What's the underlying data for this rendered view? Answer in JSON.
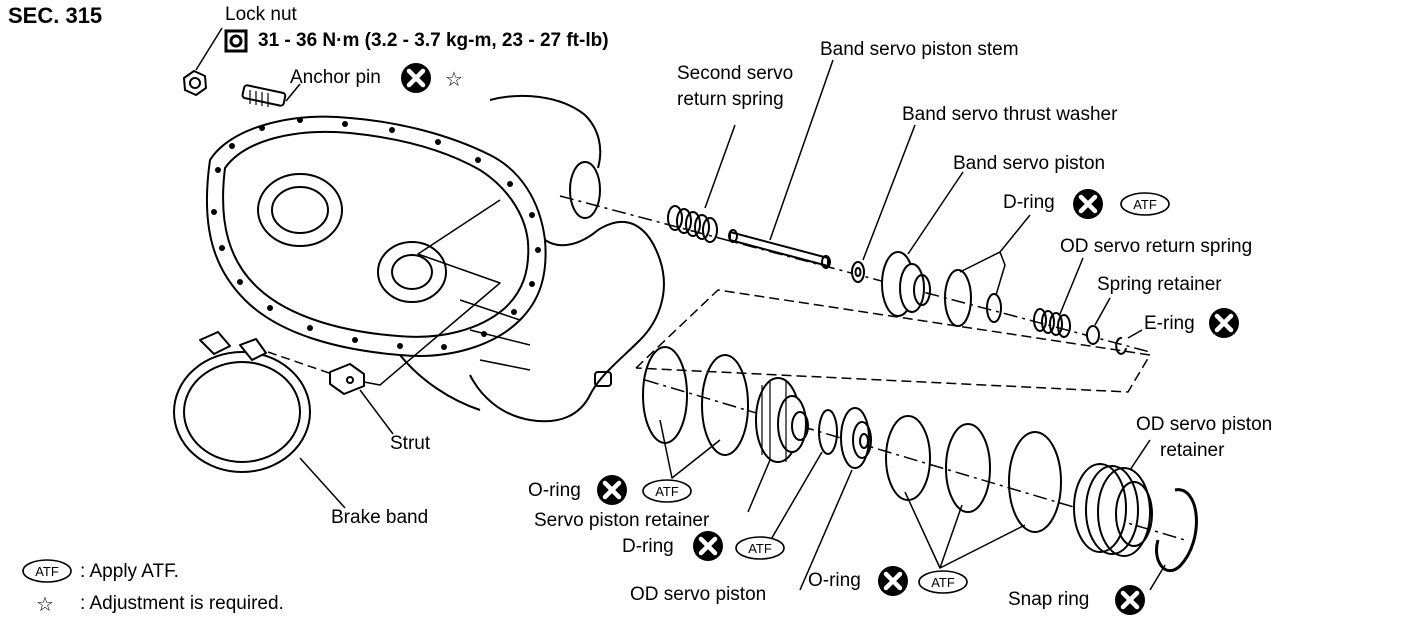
{
  "section": "SEC. 315",
  "labels": {
    "lock_nut": "Lock nut",
    "torque": "31 - 36 N·m (3.2 - 3.7 kg-m, 23 - 27 ft-lb)",
    "anchor_pin": "Anchor pin",
    "second_servo_1": "Second servo",
    "second_servo_2": "return spring",
    "band_servo_piston_stem": "Band servo piston stem",
    "band_servo_thrust_washer": "Band servo thrust washer",
    "band_servo_piston": "Band servo piston",
    "d_ring_top": "D-ring",
    "od_servo_return_spring": "OD servo return spring",
    "spring_retainer": "Spring retainer",
    "e_ring": "E-ring",
    "od_servo_piston_retainer_1": "OD servo piston",
    "od_servo_piston_retainer_2": "retainer",
    "strut": "Strut",
    "brake_band": "Brake band",
    "o_ring_left": "O-ring",
    "servo_piston_retainer": "Servo piston retainer",
    "d_ring_bottom": "D-ring",
    "od_servo_piston": "OD servo piston",
    "o_ring_right": "O-ring",
    "snap_ring": "Snap ring"
  },
  "legend": {
    "atf_symbol": "ATF",
    "atf_text": ": Apply ATF.",
    "star_symbol": "☆",
    "star_text": ": Adjustment is required."
  }
}
